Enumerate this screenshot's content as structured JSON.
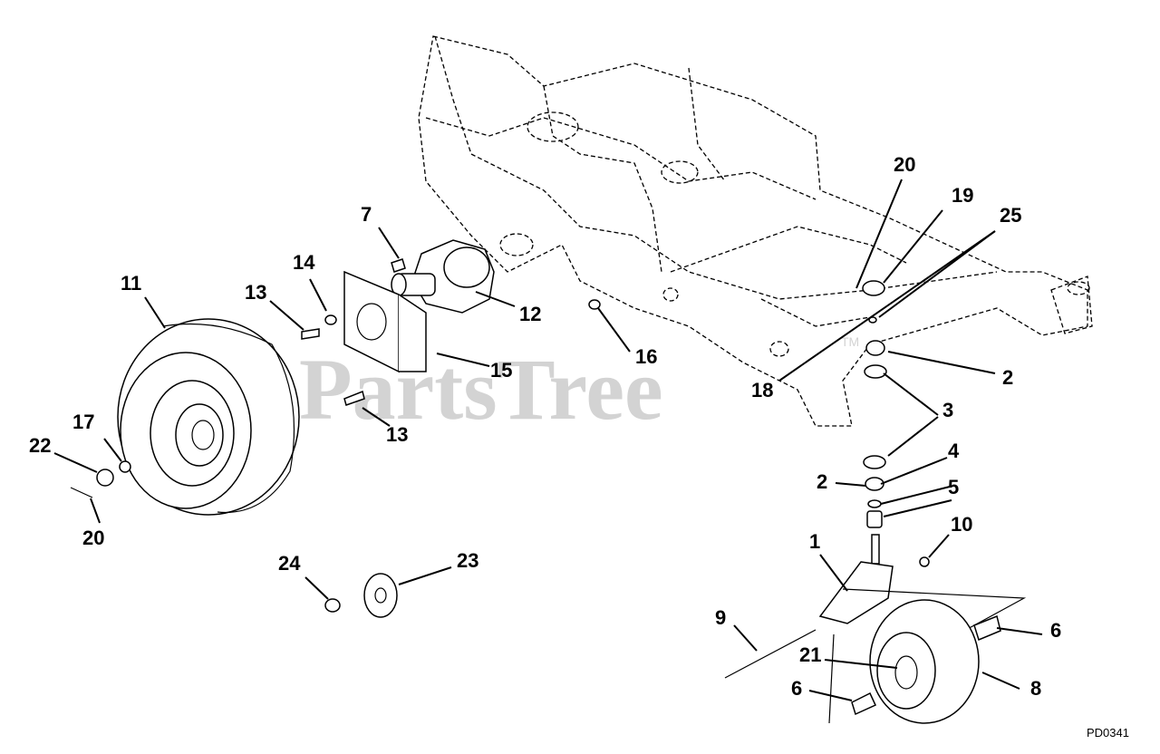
{
  "watermark": {
    "text": "PartsTree",
    "tm": "TM"
  },
  "drawing_code": "PD0341",
  "callouts": {
    "c1": "1",
    "c2a": "2",
    "c2b": "2",
    "c3": "3",
    "c4": "4",
    "c5": "5",
    "c6a": "6",
    "c6b": "6",
    "c7": "7",
    "c8": "8",
    "c9": "9",
    "c10": "10",
    "c11": "11",
    "c12": "12",
    "c13a": "13",
    "c13b": "13",
    "c14": "14",
    "c15": "15",
    "c16": "16",
    "c17": "17",
    "c18": "18",
    "c19": "19",
    "c20a": "20",
    "c20b": "20",
    "c21": "21",
    "c22": "22",
    "c23": "23",
    "c24": "24",
    "c25": "25"
  }
}
